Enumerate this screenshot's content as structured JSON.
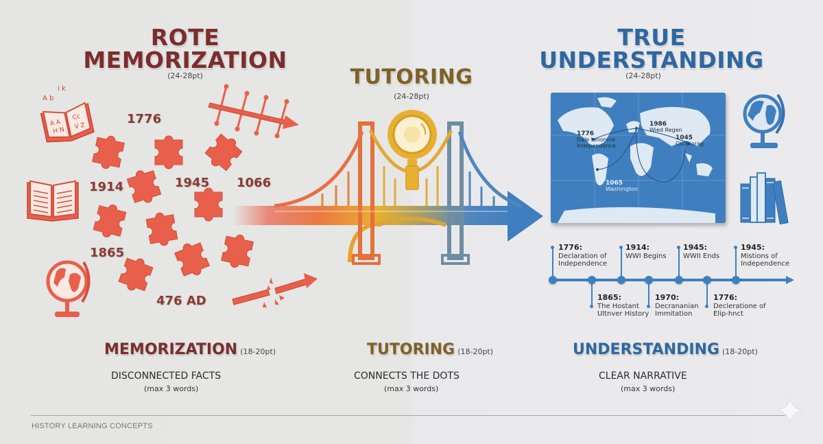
{
  "colors": {
    "memorization": "#e8604c",
    "memorization_text": "#7a2e2e",
    "tutoring": "#e8b030",
    "tutoring_text": "#7d6227",
    "understanding": "#3f7fbf",
    "understanding_text": "#2f67a0",
    "background_left": "#e6e6e4",
    "background_right": "#e9e9eb"
  },
  "columns": {
    "memorization": {
      "title_line1": "ROTE",
      "title_line2": "MEMORIZATION",
      "size_note": "(24-28pt)",
      "label": "MEMORIZATION",
      "label_size_note": "(18-20pt)",
      "subtitle": "DISCONNECTED FACTS",
      "max_note": "(max 3 words)",
      "years": [
        "1776",
        "1914",
        "1945",
        "1066",
        "1865",
        "476 AD"
      ],
      "icons": [
        "alphabet-book-icon",
        "open-book-icon",
        "globe-icon",
        "timeline-arrow-icon",
        "broken-arrow-icon",
        "puzzle-piece-icon"
      ]
    },
    "tutoring": {
      "title": "TUTORING",
      "size_note": "(24-28pt)",
      "label": "TUTORING",
      "label_size_note": "(18-20pt)",
      "subtitle": "CONNECTS THE DOTS",
      "max_note": "(max 3 words)",
      "icons": [
        "magnifying-glass-icon",
        "bridge-icon",
        "arrow-right-icon"
      ]
    },
    "understanding": {
      "title_line1": "TRUE",
      "title_line2": "UNDERSTANDING",
      "size_note": "(24-28pt)",
      "label": "UNDERSTANDING",
      "label_size_note": "(18-20pt)",
      "subtitle": "CLEAR NARRATIVE",
      "max_note": "(max 3 words)",
      "icons": [
        "world-map-puzzle-icon",
        "globe-icon",
        "books-icon"
      ]
    }
  },
  "map": {
    "labels": [
      {
        "year": "1776",
        "text1": "Dale tenonnie",
        "text2": "Independence"
      },
      {
        "year": "1986",
        "text1": "Wied Regen",
        "text2": ""
      },
      {
        "year": "1045",
        "text1": "Cis Diorag",
        "text2": ""
      },
      {
        "year": "1065",
        "text1": "Washington",
        "text2": ""
      }
    ]
  },
  "timeline": {
    "top_events": [
      {
        "year": "1776:",
        "line1": "Declaration of",
        "line2": "Independence"
      },
      {
        "year": "1914:",
        "line1": "WWI Begins",
        "line2": ""
      },
      {
        "year": "1945:",
        "line1": "WWII Ends",
        "line2": ""
      },
      {
        "year": "1945:",
        "line1": "Mistions of",
        "line2": "Independence"
      }
    ],
    "bottom_events": [
      {
        "year": "1865:",
        "line1": "The Hostant",
        "line2": "Ultnver History"
      },
      {
        "year": "1970:",
        "line1": "Decrananian",
        "line2": "Immitation"
      },
      {
        "year": "1776:",
        "line1": "Decleratione of",
        "line2": "Elip-hnct"
      }
    ]
  },
  "footer": {
    "text": "HISTORY LEARNING CONCEPTS"
  }
}
